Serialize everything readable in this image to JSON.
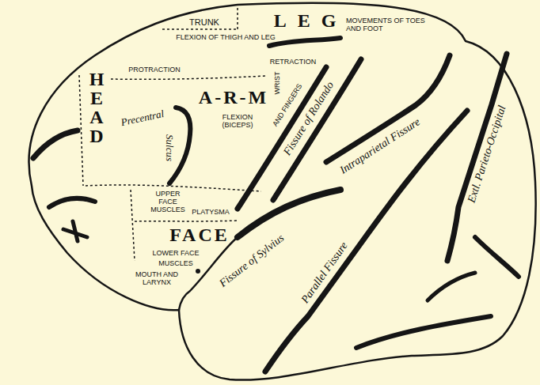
{
  "diagram": {
    "labels": [
      "TRUNK",
      "LEG",
      "MOVEMENTS OF TOES AND FOOT",
      "FLEXION OF THIGH AND LEG",
      "RETRACTION",
      "PROTRACTION",
      "HEAD",
      "A-R-M",
      "WRIST",
      "FLEXION (BICEPS)",
      "AND FINGERS",
      "Fissure of Rolando",
      "Precentral",
      "Sulcus",
      "Intraparietal Fissure",
      "Extl. Parieto-Occipital",
      "UPPER FACE MUSCLES",
      "PLATYSMA",
      "FACE",
      "LOWER FACE",
      "MUSCLES",
      "MOUTH AND LARYNX",
      "Fissure of Sylvius",
      "Parallel Fissure"
    ]
  }
}
